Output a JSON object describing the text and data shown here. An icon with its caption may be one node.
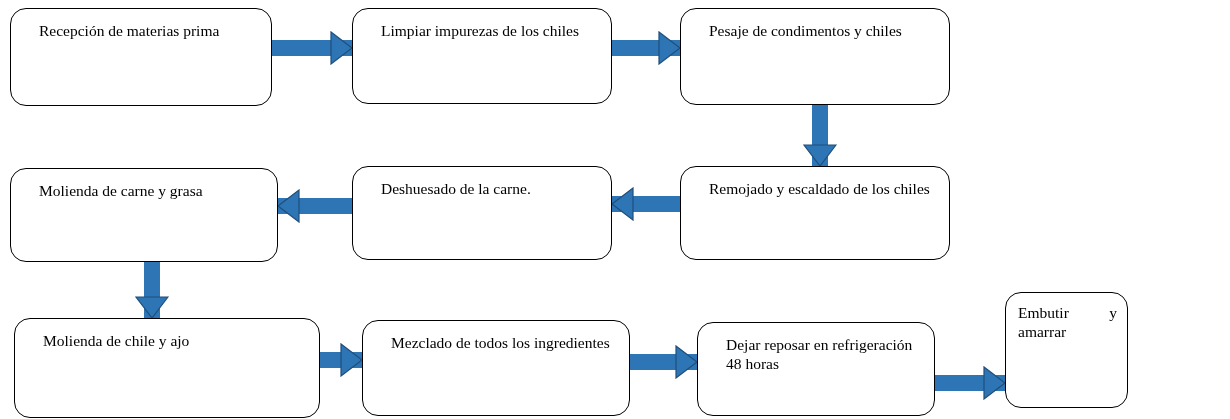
{
  "diagram": {
    "nodes": [
      {
        "text": [
          "Recepción de materias prima"
        ]
      },
      {
        "text": [
          "Limpiar impurezas de los chiles"
        ]
      },
      {
        "text": [
          "Pesaje de condimentos y chiles"
        ]
      },
      {
        "text": [
          "Molienda de carne y grasa"
        ]
      },
      {
        "text": [
          "Deshuesado de la carne."
        ]
      },
      {
        "text": [
          "Remojado y escaldado de los chiles"
        ]
      },
      {
        "text": [
          "Molienda de chile y ajo"
        ]
      },
      {
        "text": [
          "Mezclado de todos los ingredientes"
        ]
      },
      {
        "text": [
          "Dejar reposar en refrigeración 48 horas"
        ]
      },
      {
        "text": [
          "Embutir y amarrar"
        ]
      }
    ],
    "edges": [
      {
        "from": 0,
        "to": 1,
        "arrow": "to"
      },
      {
        "from": 1,
        "to": 2,
        "arrow": "to"
      },
      {
        "from": 2,
        "to": 5,
        "arrow": "to"
      },
      {
        "from": 5,
        "to": 4,
        "arrow": "to"
      },
      {
        "from": 4,
        "to": 3,
        "arrow": "to"
      },
      {
        "from": 3,
        "to": 6,
        "arrow": "to"
      },
      {
        "from": 6,
        "to": 7,
        "arrow": "to"
      },
      {
        "from": 7,
        "to": 8,
        "arrow": "to"
      },
      {
        "from": 8,
        "to": 9,
        "arrow": "to"
      }
    ]
  }
}
